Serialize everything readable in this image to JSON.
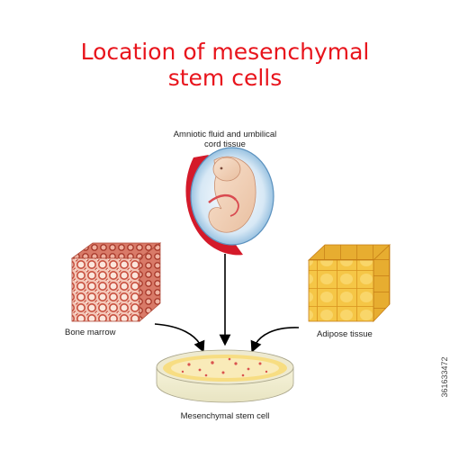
{
  "title": {
    "line1": "Location of mesenchymal",
    "line2": "stem cells"
  },
  "labels": {
    "amniotic": "Amniotic fluid and umbilical cord tissue",
    "bone_marrow": "Bone marrow",
    "adipose": "Adipose tissue",
    "msc": "Mesenchymal stem cell"
  },
  "stock_id": "361633472",
  "colors": {
    "title": "#e8141c",
    "bone": "#d9705e",
    "adipose": "#f3c34a",
    "dish_medium": "#f6dd86",
    "womb": "#d41a2a"
  }
}
